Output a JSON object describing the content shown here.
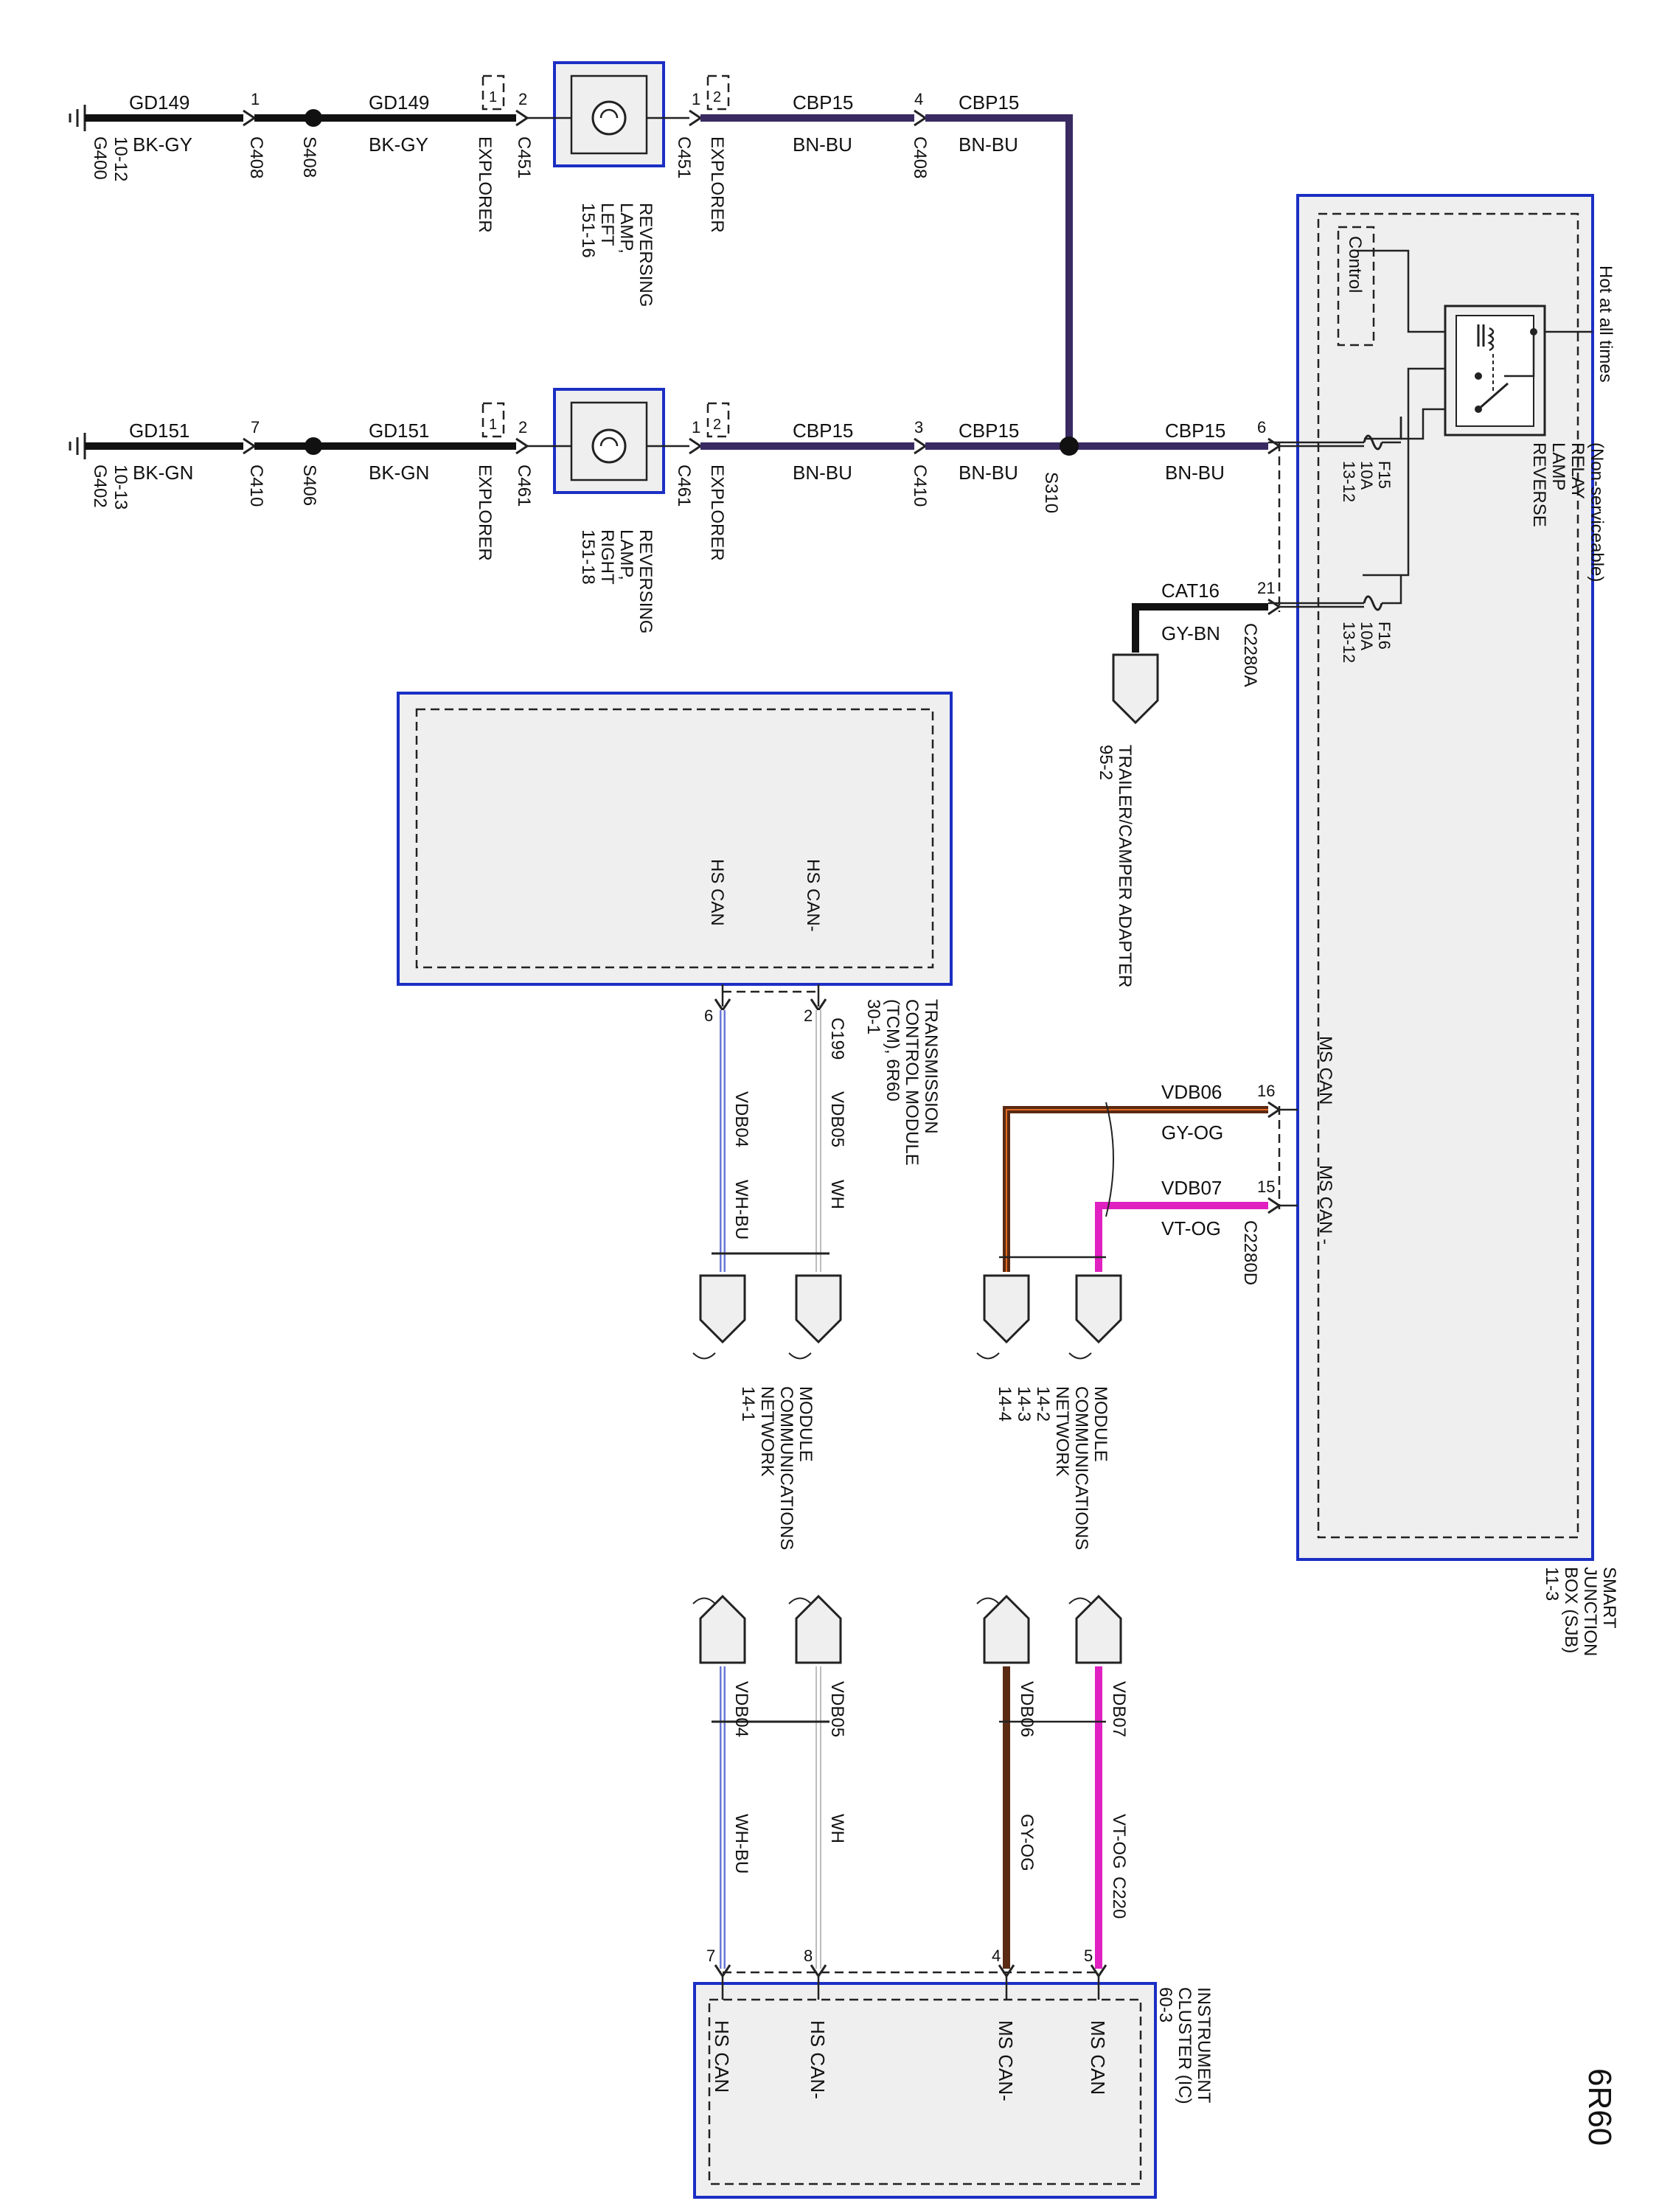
{
  "page_code": "6R60",
  "colors": {
    "box_border": "#1b2fc4",
    "box_fill": "#efefef",
    "wire_bk_gy": "#111111",
    "wire_bn_bu": "#3a2a62",
    "wire_gy_og": "#5a2a12",
    "wire_vt_og": "#e020c0",
    "wire_wh_bu": "#6a78d6",
    "wire_wh": "#d8d8d8"
  },
  "grounds": [
    {
      "id": "G400",
      "page": "10-12"
    },
    {
      "id": "G402",
      "page": "10-13"
    }
  ],
  "wires": {
    "gd149": "GD149",
    "bk_gy": "BK-GY",
    "gd151": "GD151",
    "bk_gn": "BK-GN",
    "cbp15": "CBP15",
    "bn_bu": "BN-BU",
    "cat16": "CAT16",
    "gy_bn": "GY-BN",
    "vdb06": "VDB06",
    "gy_og": "GY-OG",
    "vdb07": "VDB07",
    "vt_og": "VT-OG",
    "vdb04": "VDB04",
    "wh_bu": "WH-BU",
    "vdb05": "VDB05",
    "wh": "WH"
  },
  "connectors": {
    "c408": "C408",
    "s408": "S408",
    "c451": "C451",
    "c410": "C410",
    "s406": "S406",
    "c461": "C461",
    "s310": "S310",
    "c2280a": "C2280A",
    "c2280d": "C2280D",
    "c199": "C199",
    "c220": "C220"
  },
  "pins": {
    "p1": "1",
    "p2": "2",
    "p3": "3",
    "p4": "4",
    "p5": "5",
    "p6": "6",
    "p7": "7",
    "p8": "8",
    "p15": "15",
    "p16": "16",
    "p21": "21"
  },
  "explorer": "EXPLORER",
  "lamp_left": {
    "lines": [
      "REVERSING",
      "LAMP,",
      "LEFT",
      "151-16"
    ]
  },
  "lamp_right": {
    "lines": [
      "REVERSING",
      "LAMP,",
      "RIGHT",
      "151-18"
    ]
  },
  "sjb": {
    "title": [
      "SMART",
      "JUNCTION",
      "BOX (SJB)",
      "11-3"
    ],
    "hot": "Hot at all times",
    "control": "Control",
    "relay": [
      "REVERSE",
      "LAMP",
      "RELAY",
      "(Non-serviceable)"
    ],
    "fuse_f15": [
      "F15",
      "10A",
      "13-12"
    ],
    "fuse_f16": [
      "F16",
      "10A",
      "13-12"
    ],
    "ms_can": "MS CAN",
    "ms_can_neg": "MS CAN -"
  },
  "trailer": {
    "lines": [
      "TRAILER/CAMPER ADAPTER",
      "95-2"
    ]
  },
  "tcm": {
    "title": [
      "TRANSMISSION",
      "CONTROL MODULE",
      "(TCM), 6R60",
      "30-1"
    ],
    "hs_can_neg": "HS CAN-",
    "hs_can": "HS CAN"
  },
  "mcn_a": {
    "lines": [
      "MODULE",
      "COMMUNICATIONS",
      "NETWORK",
      "14-2",
      "14-3",
      "14-4"
    ]
  },
  "mcn_b": {
    "lines": [
      "MODULE",
      "COMMUNICATIONS",
      "NETWORK",
      "14-1"
    ]
  },
  "ic": {
    "title": [
      "INSTRUMENT",
      "CLUSTER (IC)",
      "60-3"
    ],
    "ms_can": "MS CAN",
    "ms_can_neg": "MS CAN-",
    "hs_can_neg": "HS CAN-",
    "hs_can": "HS CAN"
  }
}
